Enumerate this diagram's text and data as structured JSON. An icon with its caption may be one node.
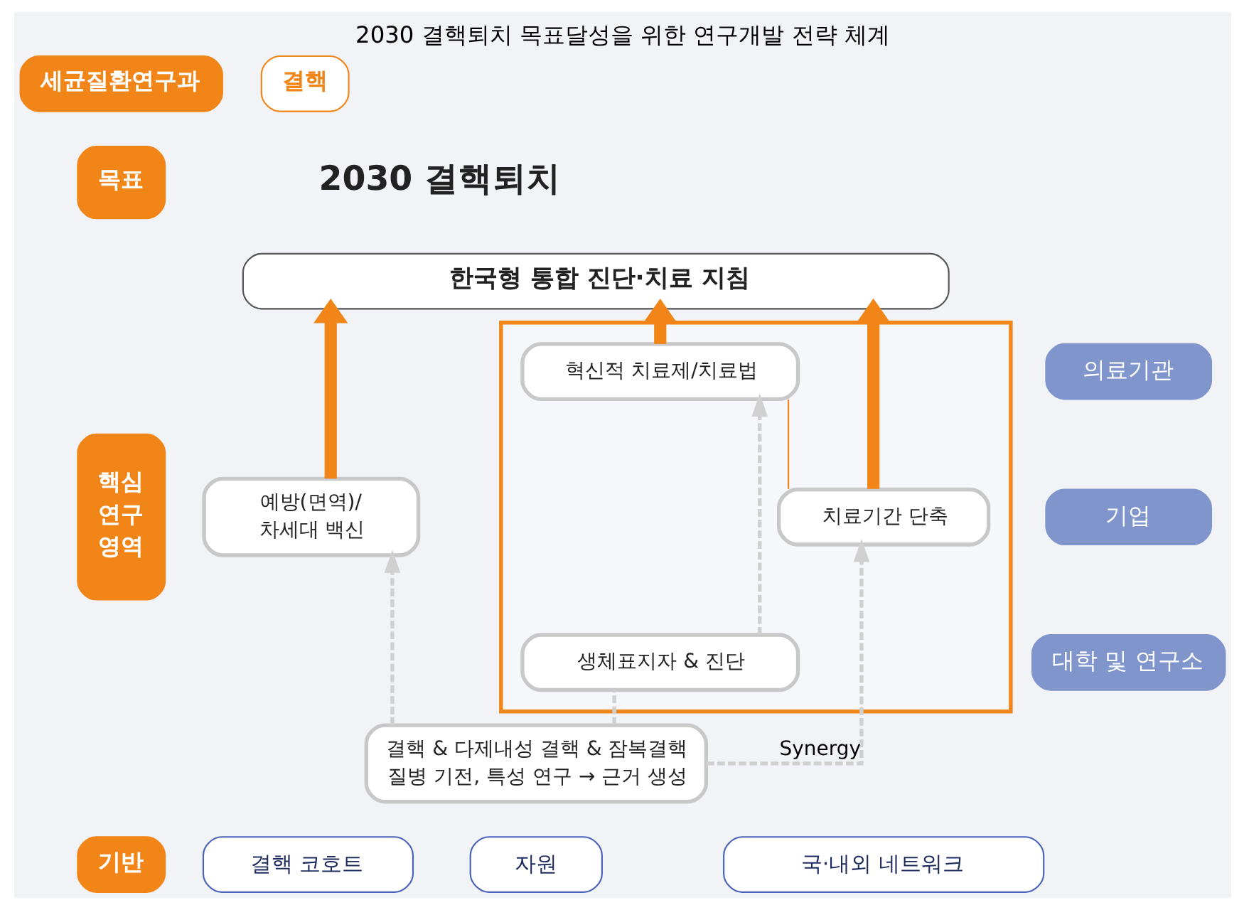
{
  "diagram": {
    "title": "2030 결핵퇴치 목표달성을 위한 연구개발 전략 체계",
    "nodes": [
      {
        "text": [
          "세균질환연구과"
        ]
      },
      {
        "text": [
          "결핵"
        ]
      },
      {
        "text": [
          "목표"
        ]
      },
      {
        "text": [
          "한국형 통합 진단·치료 지침"
        ]
      },
      {
        "text": [
          "핵심 연구 영역"
        ]
      },
      {
        "text": [
          "예방(면역)/ 차세대 백신"
        ]
      },
      {
        "text": [],
        "shape": "box"
      },
      {
        "text": [
          "혁신적 치료제/치료법"
        ],
        "in": 6
      },
      {
        "text": [
          "치료기간 단축"
        ],
        "in": 6
      },
      {
        "text": [
          "생체표지자 & 진단"
        ],
        "in": 6
      },
      {
        "text": [
          "의료기관"
        ]
      },
      {
        "text": [
          "기업"
        ]
      },
      {
        "text": [
          "대학 및 연구소"
        ]
      },
      {
        "text": [
          "결핵 & 다제내성 결핵 & 잠복결핵 질병 기전, 특성 연구 → 근거 생성"
        ]
      },
      {
        "text": [
          "기반"
        ]
      },
      {
        "text": [
          "결핵 코호트"
        ]
      },
      {
        "text": [
          "자원"
        ]
      },
      {
        "text": [
          "국·내외 네트워크"
        ]
      }
    ],
    "edges": [
      {
        "from": 5,
        "to": 3,
        "arrow": "to",
        "style": "thick",
        "color": "#f28518"
      },
      {
        "from": 7,
        "to": 3,
        "arrow": "to",
        "style": "thick",
        "color": "#f28518"
      },
      {
        "from": 8,
        "to": 3,
        "arrow": "to",
        "style": "thick",
        "color": "#f28518"
      },
      {
        "from": 7,
        "to": 8,
        "arrow": "none",
        "color": "#f28518"
      },
      {
        "from": 9,
        "to": 7,
        "arrow": "to",
        "style": "dashed",
        "color": "#d0d0d0"
      },
      {
        "from": 13,
        "to": 5,
        "arrow": "to",
        "style": "dashed",
        "color": "#d0d0d0"
      },
      {
        "from": 13,
        "to": 9,
        "arrow": "none",
        "style": "dashed",
        "color": "#d0d0d0"
      },
      {
        "from": 13,
        "to": 8,
        "arrow": "to",
        "style": "dashed",
        "color": "#d0d0d0",
        "label": "Synergy"
      }
    ],
    "labels": [
      "2030 결핵퇴치"
    ]
  }
}
